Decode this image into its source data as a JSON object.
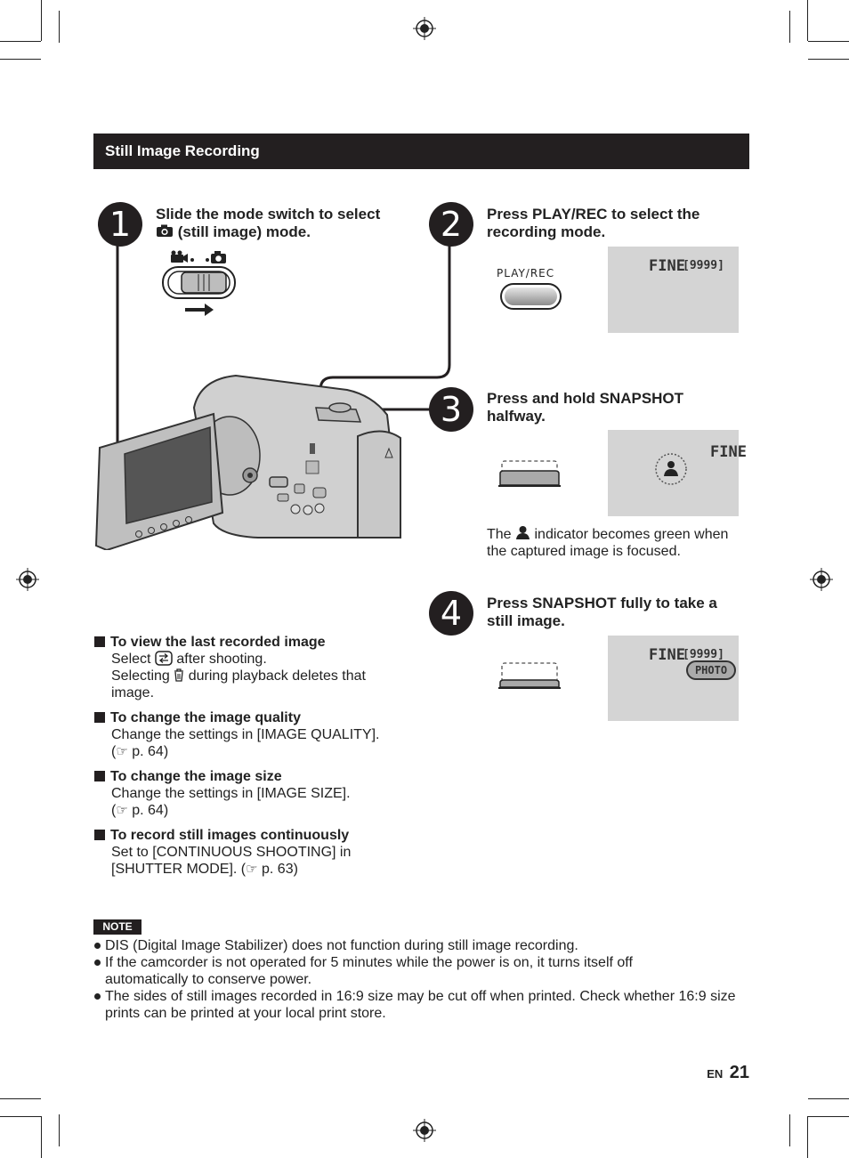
{
  "section_title": "Still Image Recording",
  "steps": [
    {
      "number": "1",
      "heading_line1": "Slide the mode switch to select",
      "heading_line2": "(still image) mode."
    },
    {
      "number": "2",
      "heading_line1": "Press PLAY/REC to select the",
      "heading_line2": "recording mode.",
      "button_label": "PLAY/REC",
      "lcd_quality": "FINE",
      "lcd_count": "[9999]"
    },
    {
      "number": "3",
      "heading_line1": "Press and hold SNAPSHOT",
      "heading_line2": "halfway.",
      "lcd_quality": "FINE",
      "note_before": "The",
      "note_after": "indicator becomes green when",
      "note_line2": "the captured image is focused."
    },
    {
      "number": "4",
      "heading_line1": "Press SNAPSHOT fully to take a",
      "heading_line2": "still image.",
      "lcd_quality": "FINE",
      "lcd_count": "[9999]",
      "lcd_badge": "PHOTO"
    }
  ],
  "tips": [
    {
      "title": "To view the last recorded image",
      "line1_before": "Select",
      "line1_after": "after shooting.",
      "line2_before": "Selecting",
      "line2_after": "during playback deletes that",
      "line3": "image."
    },
    {
      "title": "To change the image quality",
      "line1": "Change the settings in [IMAGE QUALITY].",
      "ref": "p. 64"
    },
    {
      "title": "To change the image size",
      "line1": "Change the settings in [IMAGE SIZE].",
      "ref": "p. 64"
    },
    {
      "title": "To record still images continuously",
      "line1": "Set to [CONTINUOUS SHOOTING] in",
      "line2_before": "[SHUTTER MODE]. (",
      "ref": "p. 63"
    }
  ],
  "note": {
    "badge": "NOTE",
    "items": [
      "DIS (Digital Image Stabilizer) does not function during still image recording.",
      "If the camcorder is not operated for 5 minutes while the power is on, it turns itself off automatically to conserve power.",
      "The sides of still images recorded in 16:9 size may be cut off when printed. Check whether 16:9 size prints can be printed at your local print store."
    ]
  },
  "footer": {
    "lang": "EN",
    "page": "21"
  },
  "icons": [
    "camera-icon",
    "movie-icon",
    "person-focus-icon",
    "review-icon",
    "trash-icon",
    "reference-hand-icon",
    "registration-mark-icon"
  ]
}
